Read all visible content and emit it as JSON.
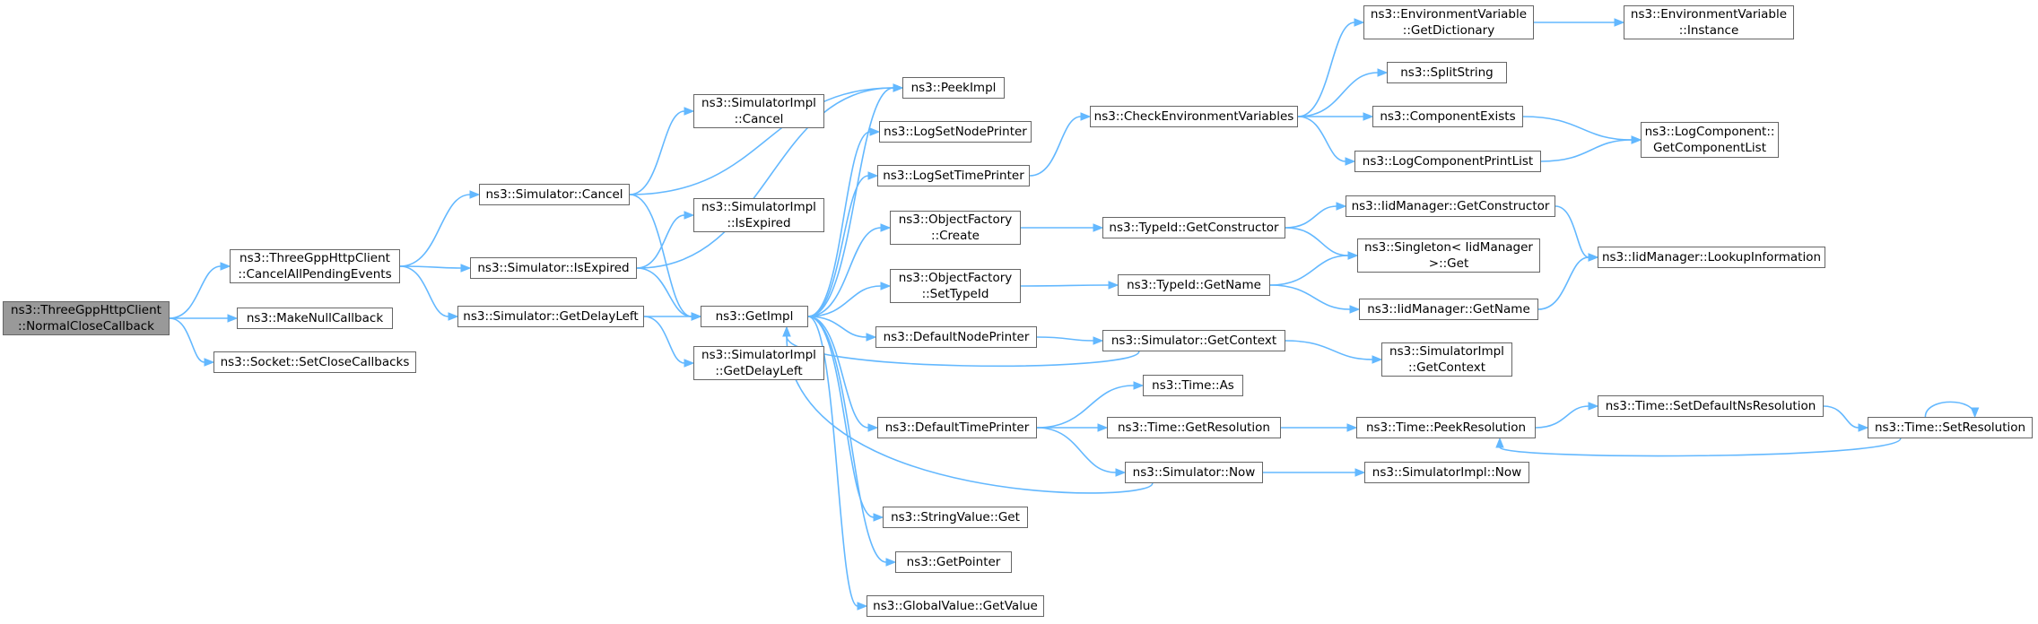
{
  "graph": {
    "nodes": {
      "normalclose": {
        "lines": [
          "ns3::ThreeGppHttpClient",
          "::NormalCloseCallback"
        ]
      },
      "cancelall": {
        "lines": [
          "ns3::ThreeGppHttpClient",
          "::CancelAllPendingEvents"
        ]
      },
      "makenull": {
        "lines": [
          "ns3::MakeNullCallback"
        ]
      },
      "setclose": {
        "lines": [
          "ns3::Socket::SetCloseCallbacks"
        ]
      },
      "simcancel": {
        "lines": [
          "ns3::Simulator::Cancel"
        ]
      },
      "isexpired": {
        "lines": [
          "ns3::Simulator::IsExpired"
        ]
      },
      "getdelayleft": {
        "lines": [
          "ns3::Simulator::GetDelayLeft"
        ]
      },
      "implcancel": {
        "lines": [
          "ns3::SimulatorImpl",
          "::Cancel"
        ]
      },
      "implisexpired": {
        "lines": [
          "ns3::SimulatorImpl",
          "::IsExpired"
        ]
      },
      "getimpl": {
        "lines": [
          "ns3::GetImpl"
        ]
      },
      "impldelayleft": {
        "lines": [
          "ns3::SimulatorImpl",
          "::GetDelayLeft"
        ]
      },
      "peekimpl": {
        "lines": [
          "ns3::PeekImpl"
        ]
      },
      "lognode": {
        "lines": [
          "ns3::LogSetNodePrinter"
        ]
      },
      "logtime": {
        "lines": [
          "ns3::LogSetTimePrinter"
        ]
      },
      "ofcreate": {
        "lines": [
          "ns3::ObjectFactory",
          "::Create"
        ]
      },
      "ofsettype": {
        "lines": [
          "ns3::ObjectFactory",
          "::SetTypeId"
        ]
      },
      "defnode": {
        "lines": [
          "ns3::DefaultNodePrinter"
        ]
      },
      "deftime": {
        "lines": [
          "ns3::DefaultTimePrinter"
        ]
      },
      "strget": {
        "lines": [
          "ns3::StringValue::Get"
        ]
      },
      "getpointer": {
        "lines": [
          "ns3::GetPointer"
        ]
      },
      "gvget": {
        "lines": [
          "ns3::GlobalValue::GetValue"
        ]
      },
      "checkenv": {
        "lines": [
          "ns3::CheckEnvironmentVariables"
        ]
      },
      "tidctor": {
        "lines": [
          "ns3::TypeId::GetConstructor"
        ]
      },
      "tidname": {
        "lines": [
          "ns3::TypeId::GetName"
        ]
      },
      "simctx": {
        "lines": [
          "ns3::Simulator::GetContext"
        ]
      },
      "timeas": {
        "lines": [
          "ns3::Time::As"
        ]
      },
      "timegetres": {
        "lines": [
          "ns3::Time::GetResolution"
        ]
      },
      "simnow": {
        "lines": [
          "ns3::Simulator::Now"
        ]
      },
      "envdict": {
        "lines": [
          "ns3::EnvironmentVariable",
          "::GetDictionary"
        ]
      },
      "splitstr": {
        "lines": [
          "ns3::SplitString"
        ]
      },
      "compexists": {
        "lines": [
          "ns3::ComponentExists"
        ]
      },
      "logcompprint": {
        "lines": [
          "ns3::LogComponentPrintList"
        ]
      },
      "iidctor": {
        "lines": [
          "ns3::IidManager::GetConstructor"
        ]
      },
      "singleton": {
        "lines": [
          "ns3::Singleton< IidManager",
          ">::Get"
        ]
      },
      "iidname": {
        "lines": [
          "ns3::IidManager::GetName"
        ]
      },
      "implctx": {
        "lines": [
          "ns3::SimulatorImpl",
          "::GetContext"
        ]
      },
      "peekres": {
        "lines": [
          "ns3::Time::PeekResolution"
        ]
      },
      "implnow": {
        "lines": [
          "ns3::SimulatorImpl::Now"
        ]
      },
      "envinst": {
        "lines": [
          "ns3::EnvironmentVariable",
          "::Instance"
        ]
      },
      "logcomplist": {
        "lines": [
          "ns3::LogComponent::",
          "GetComponentList"
        ]
      },
      "iidlookup": {
        "lines": [
          "ns3::IidManager::LookupInformation"
        ]
      },
      "setdefns": {
        "lines": [
          "ns3::Time::SetDefaultNsResolution"
        ]
      },
      "setres": {
        "lines": [
          "ns3::Time::SetResolution"
        ]
      }
    },
    "edges": [
      [
        "normalclose",
        "cancelall"
      ],
      [
        "normalclose",
        "makenull"
      ],
      [
        "normalclose",
        "setclose"
      ],
      [
        "cancelall",
        "simcancel"
      ],
      [
        "cancelall",
        "isexpired"
      ],
      [
        "cancelall",
        "getdelayleft"
      ],
      [
        "simcancel",
        "implcancel"
      ],
      [
        "simcancel",
        "peekimpl"
      ],
      [
        "simcancel",
        "getimpl"
      ],
      [
        "isexpired",
        "implisexpired"
      ],
      [
        "isexpired",
        "peekimpl"
      ],
      [
        "isexpired",
        "getimpl"
      ],
      [
        "getdelayleft",
        "getimpl"
      ],
      [
        "getdelayleft",
        "impldelayleft"
      ],
      [
        "getimpl",
        "peekimpl"
      ],
      [
        "getimpl",
        "lognode"
      ],
      [
        "getimpl",
        "logtime"
      ],
      [
        "getimpl",
        "ofcreate"
      ],
      [
        "getimpl",
        "ofsettype"
      ],
      [
        "getimpl",
        "defnode"
      ],
      [
        "getimpl",
        "deftime"
      ],
      [
        "getimpl",
        "strget"
      ],
      [
        "getimpl",
        "getpointer"
      ],
      [
        "getimpl",
        "gvget"
      ],
      [
        "logtime",
        "checkenv"
      ],
      [
        "ofcreate",
        "tidctor"
      ],
      [
        "ofsettype",
        "tidname"
      ],
      [
        "defnode",
        "simctx"
      ],
      [
        "deftime",
        "timeas"
      ],
      [
        "deftime",
        "timegetres"
      ],
      [
        "deftime",
        "simnow"
      ],
      [
        "checkenv",
        "envdict"
      ],
      [
        "checkenv",
        "splitstr"
      ],
      [
        "checkenv",
        "compexists"
      ],
      [
        "checkenv",
        "logcompprint"
      ],
      [
        "tidctor",
        "iidctor"
      ],
      [
        "tidctor",
        "singleton"
      ],
      [
        "tidname",
        "singleton"
      ],
      [
        "tidname",
        "iidname"
      ],
      [
        "simctx",
        "getimpl"
      ],
      [
        "simctx",
        "implctx"
      ],
      [
        "timegetres",
        "peekres"
      ],
      [
        "simnow",
        "getimpl"
      ],
      [
        "simnow",
        "implnow"
      ],
      [
        "envdict",
        "envinst"
      ],
      [
        "compexists",
        "logcomplist"
      ],
      [
        "logcompprint",
        "logcomplist"
      ],
      [
        "iidctor",
        "iidlookup"
      ],
      [
        "iidname",
        "iidlookup"
      ],
      [
        "peekres",
        "setdefns"
      ],
      [
        "setdefns",
        "setres"
      ],
      [
        "setres",
        "peekres"
      ],
      [
        "setres",
        "setres"
      ]
    ]
  }
}
